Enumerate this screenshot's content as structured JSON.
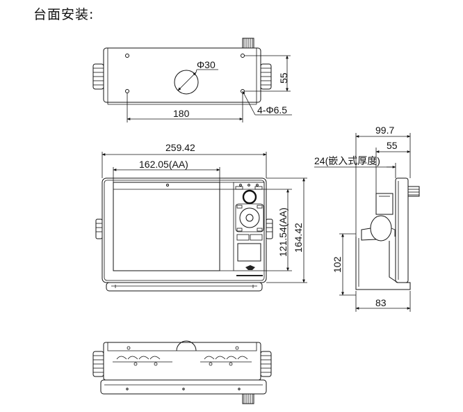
{
  "title": "台面安装:",
  "top_view": {
    "hole_diameter": "Φ30",
    "height_dim": "55",
    "width_dim": "180",
    "holes": "4-Φ6.5"
  },
  "front_view": {
    "overall_width": "259.42",
    "screen_width": "162.05(AA)",
    "screen_height": "121.54(AA)",
    "overall_height": "164.42"
  },
  "side_view": {
    "depth_total": "99.7",
    "depth_55": "55",
    "embedded_thickness": "24(嵌入式厚度)",
    "bracket_height": "102",
    "bracket_depth": "83"
  }
}
